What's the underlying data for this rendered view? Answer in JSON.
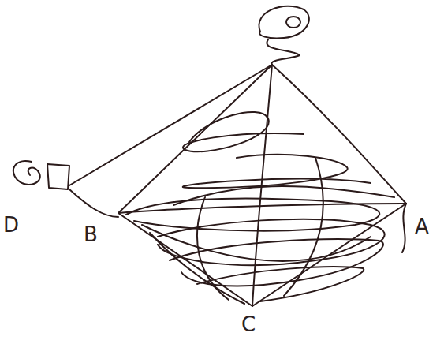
{
  "diagram": {
    "labels": [
      "D",
      "B",
      "A",
      "C"
    ]
  }
}
